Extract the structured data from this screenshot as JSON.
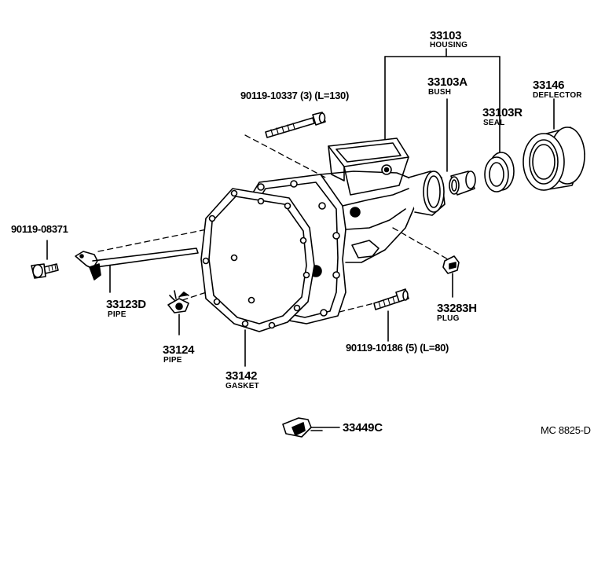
{
  "colors": {
    "line": "#000000",
    "background": "#ffffff"
  },
  "parts": {
    "housing": {
      "number": "33103",
      "name": "HOUSING"
    },
    "bush": {
      "number": "33103A",
      "name": "BUSH"
    },
    "seal": {
      "number": "33103R",
      "name": "SEAL"
    },
    "deflector": {
      "number": "33146",
      "name": "DEFLECTOR"
    },
    "bolt_top": {
      "number": "90119-10337",
      "spec": "(3) (L=130)"
    },
    "bolt_left": {
      "number": "90119-08371"
    },
    "pipe_long": {
      "number": "33123D",
      "name": "PIPE"
    },
    "pipe_short": {
      "number": "33124",
      "name": "PIPE"
    },
    "gasket": {
      "number": "33142",
      "name": "GASKET"
    },
    "plug": {
      "number": "33283H",
      "name": "PLUG"
    },
    "bolt_bottom": {
      "number": "90119-10186",
      "spec": "(5) (L=80)"
    },
    "clip": {
      "number": "33449C"
    }
  },
  "diagram_code": "MC 8825-D"
}
